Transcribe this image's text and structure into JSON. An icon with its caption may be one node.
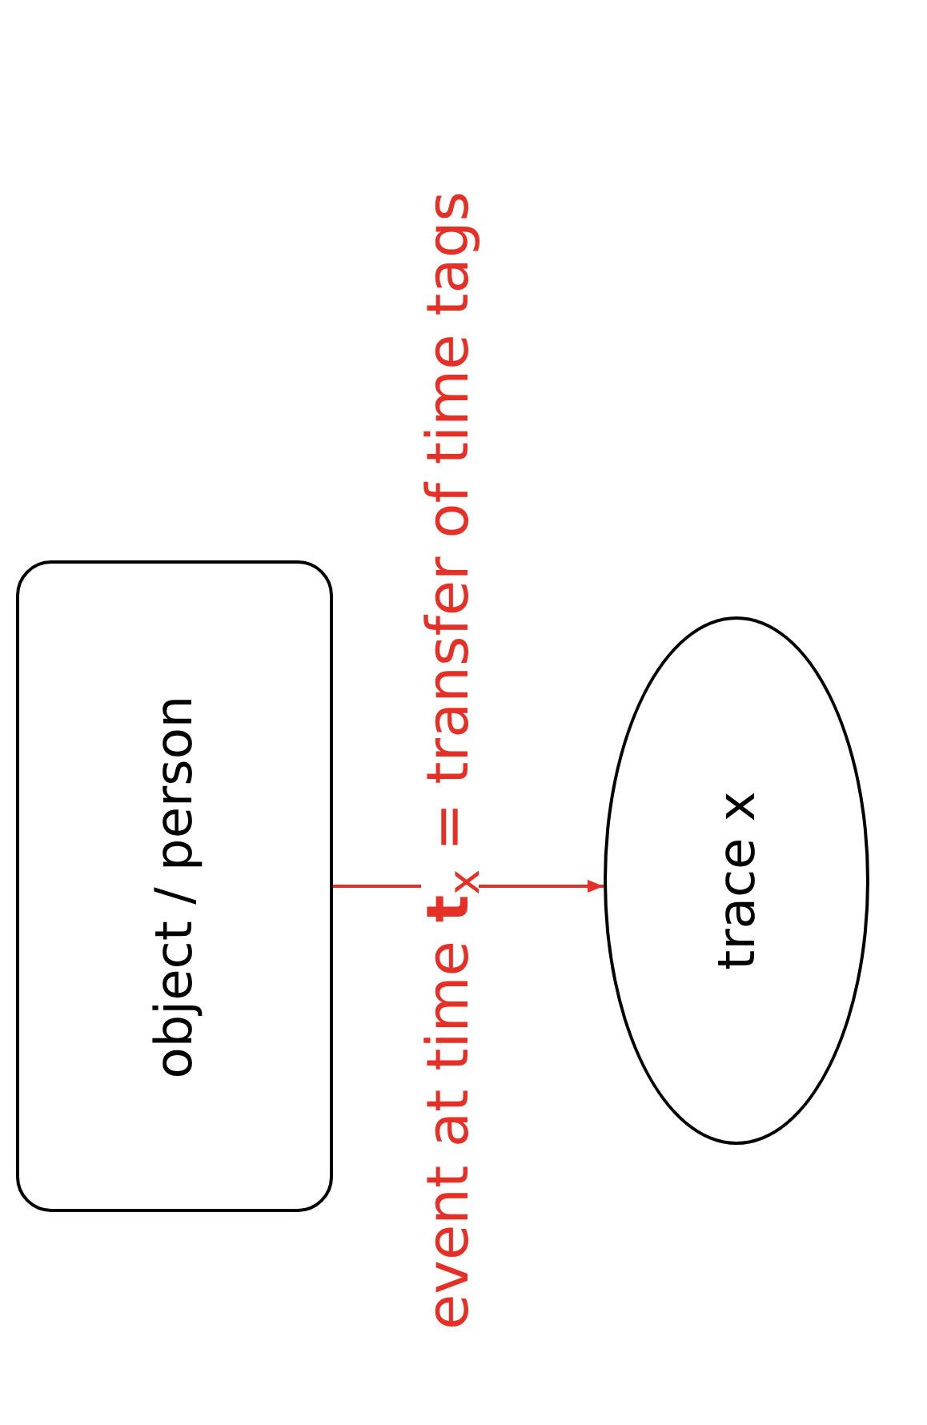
{
  "diagram": {
    "nodes": [
      {
        "text": [
          "object / person"
        ]
      },
      {
        "text": [
          "trace x"
        ]
      }
    ],
    "edges": [
      {
        "from": 0,
        "to": 1,
        "arrow": "to",
        "label": "event at time **t**$_{x}$ = transfer of time tags",
        "color": "#e53027"
      }
    ]
  }
}
